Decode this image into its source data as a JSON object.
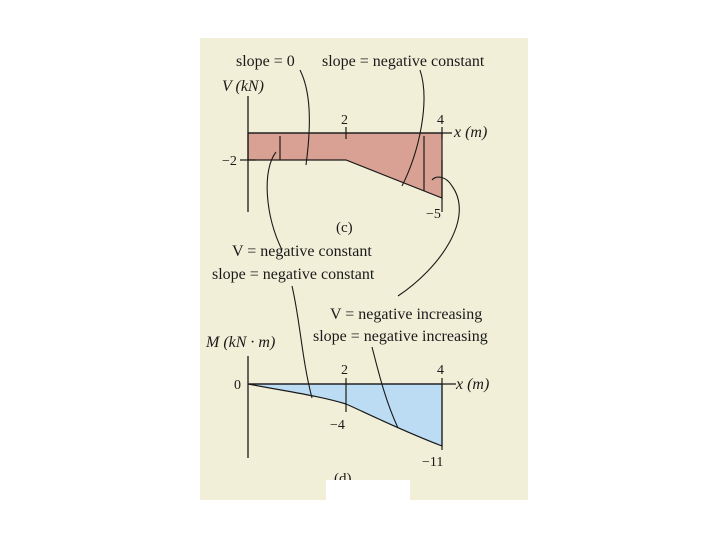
{
  "colors": {
    "panel_bg": "#f2efd8",
    "shear_fill": "#d9a193",
    "moment_fill": "#bcdcf3",
    "ink": "#1a1a1a"
  },
  "shear_diagram": {
    "axis_label": "V (kN)",
    "x_label": "x (m)",
    "tick_x_2": "2",
    "tick_x_4": "4",
    "value_neg2": "−2",
    "value_neg5": "−5",
    "caption": "(c)",
    "annotation_slope_zero": "slope = 0",
    "annotation_slope_neg_const": "slope = negative constant"
  },
  "moment_diagram": {
    "axis_label": "M (kN · m)",
    "x_label": "x (m)",
    "tick_x_2": "2",
    "tick_x_4": "4",
    "value_0": "0",
    "value_neg4": "−4",
    "value_neg11": "−11",
    "caption": "(d)",
    "annotation_v_neg_const": "V = negative constant",
    "annotation_slope_neg_const": "slope = negative constant",
    "annotation_v_neg_incr": "V = negative increasing",
    "annotation_slope_neg_incr": "slope = negative increasing"
  }
}
